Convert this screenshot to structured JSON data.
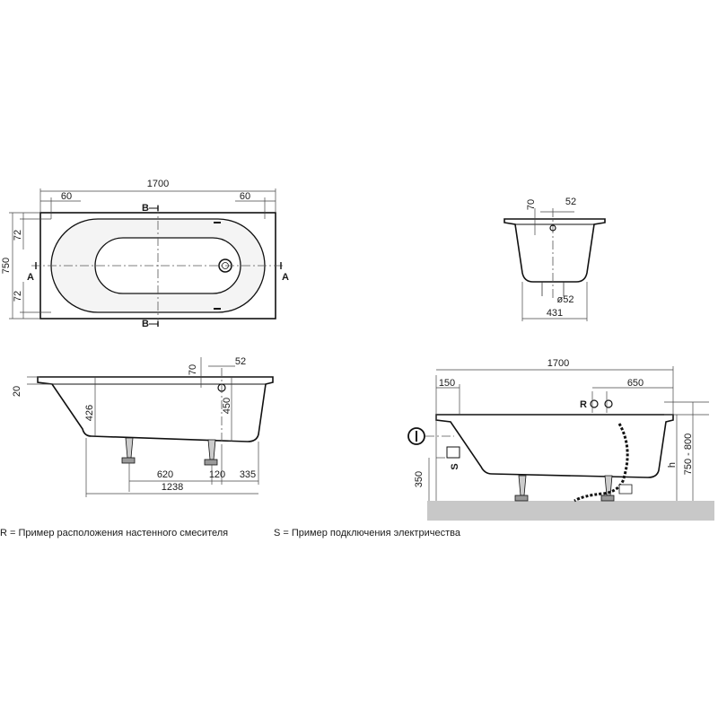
{
  "top_view": {
    "length": "1700",
    "margin_left": "60",
    "margin_right": "60",
    "width": "750",
    "rim_top": "72",
    "rim_bottom": "72",
    "section_b": "B",
    "section_a": "A"
  },
  "end_view": {
    "rim": "70",
    "drain_offset": "52",
    "drain_diameter": "ø52",
    "base_width": "431"
  },
  "side_view": {
    "rim_thickness": "20",
    "depth": "426",
    "depth_drain": "450",
    "rim": "70",
    "drain_offset": "52",
    "foot_spacing": "620",
    "foot_offset": "120",
    "foot_end": "335",
    "foot_total": "1238"
  },
  "installation_view": {
    "length": "1700",
    "offset_left": "150",
    "mixer_offset": "650",
    "mixer_label": "R",
    "power_label": "S",
    "power_height": "350",
    "height_label": "h",
    "height_range": "750 - 800"
  },
  "legend": {
    "r_note": "R = Пример расположения настенного смесителя",
    "s_note": "S = Пример подключения электричества"
  }
}
